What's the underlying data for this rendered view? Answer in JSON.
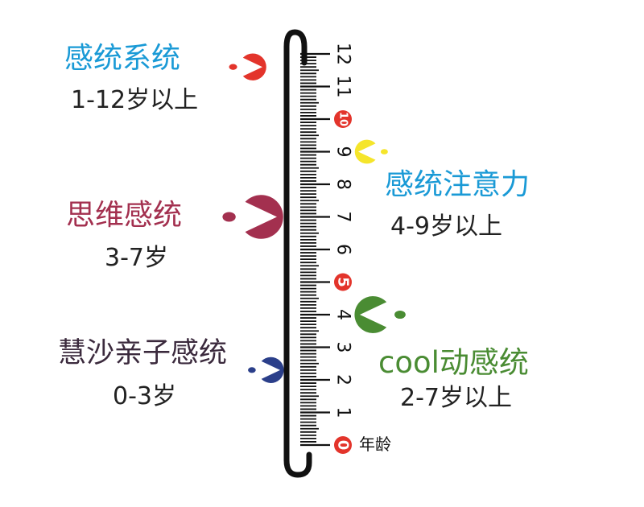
{
  "ruler": {
    "labels": [
      "0",
      "1",
      "2",
      "3",
      "4",
      "5",
      "6",
      "7",
      "8",
      "9",
      "10",
      "11",
      "12"
    ],
    "highlighted": [
      "0",
      "5",
      "10"
    ],
    "unit_label": "年龄",
    "highlight_color": "#e3342b"
  },
  "items": [
    {
      "title": "感统系统",
      "age": "1-12岁以上",
      "color": "#1a9ad6",
      "marker_color": "#e3342b",
      "marker_age": 11.6
    },
    {
      "title": "思维感统",
      "age": "3-7岁",
      "color": "#a3304f",
      "marker_color": "#a3304f",
      "marker_age": 7
    },
    {
      "title": "慧沙亲子感统",
      "age": "0-3岁",
      "color": "#3b2a3d",
      "marker_color": "#2b3f8a",
      "marker_age": 2.3
    },
    {
      "title": "感统注意力",
      "age": "4-9岁以上",
      "color": "#1a9ad6",
      "marker_color": "#f5e52b",
      "marker_age": 9
    },
    {
      "title": "cool动感统",
      "age": "2-7岁以上",
      "color": "#4a8c33",
      "marker_color": "#4a8c33",
      "marker_age": 4
    }
  ]
}
